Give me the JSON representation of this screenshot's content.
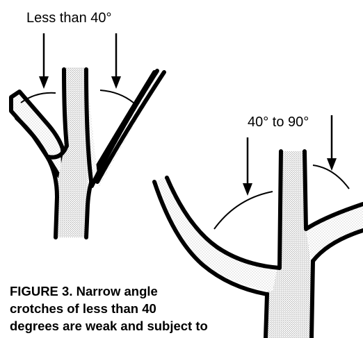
{
  "figure": {
    "label_narrow": "Less than 40°",
    "label_wide": "40° to 90°",
    "caption_lines": [
      "FIGURE 3.  Narrow angle",
      "crotches of less than 40",
      "degrees are weak and subject to"
    ]
  },
  "colors": {
    "ink": "#000000",
    "paper": "#ffffff",
    "stipple": "#7a7a7a"
  }
}
